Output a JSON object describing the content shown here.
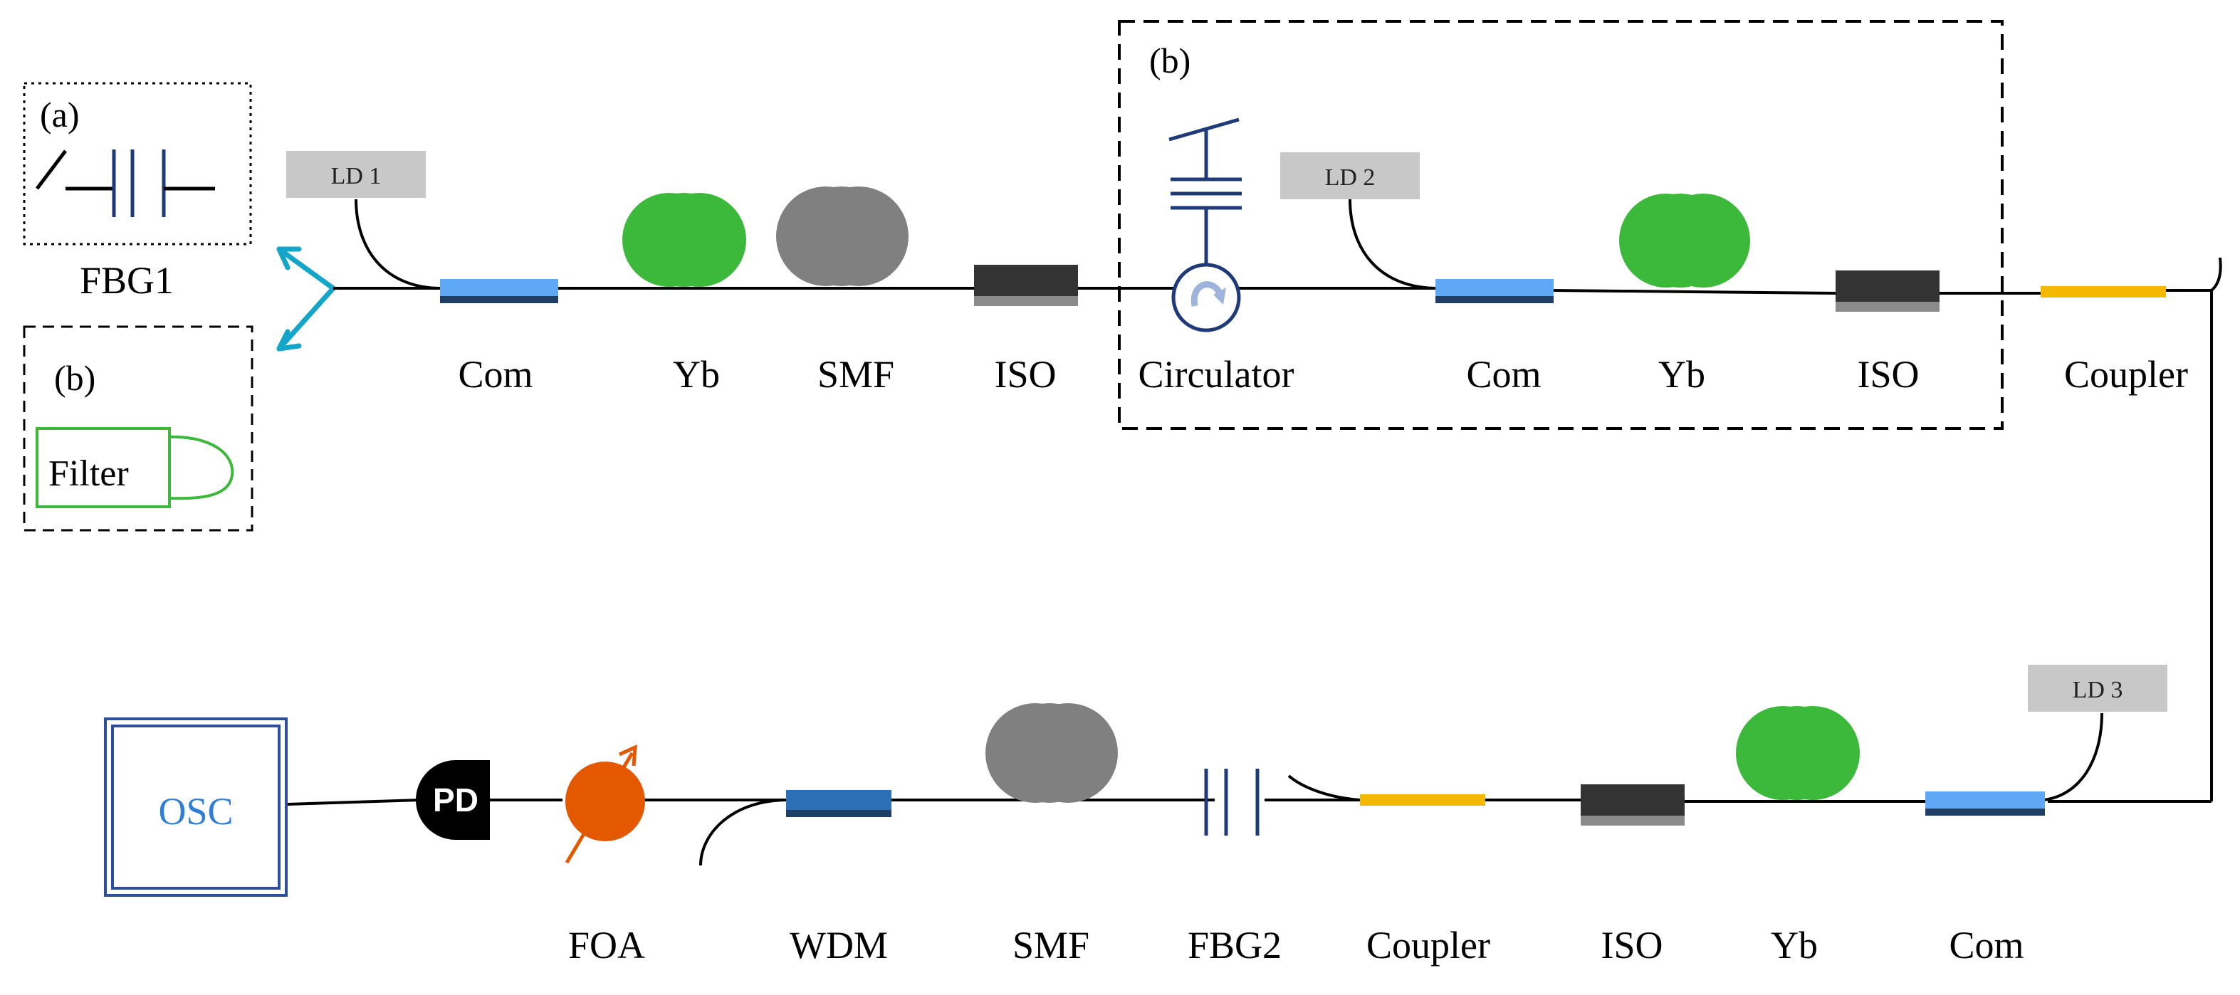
{
  "colors": {
    "fiber": "#000000",
    "combiner_top": "#5ea8f5",
    "combiner_bottom": "#1f3f66",
    "yb_coil": "#3cb83a",
    "smf_coil": "#808080",
    "isolator_top": "#333333",
    "isolator_bottom": "#8a8a8a",
    "coupler": "#f5b800",
    "ld_box": "#c8c8c8",
    "circulator": "#1f3a78",
    "circulator_arrow": "#9fb4dd",
    "fbg": "#1f3a78",
    "wdm_top": "#2c6fb5",
    "wdm_bottom": "#1f3f66",
    "foa": "#e35800",
    "osc_border": "#2f4f9a",
    "osc_text": "#2f7fd6",
    "switch_arrow": "#14a6c8",
    "filter_box": "#3cb83a"
  },
  "inset_a": {
    "tag": "(a)",
    "caption": "FBG1",
    "icon": "fbg-mirror-icon"
  },
  "inset_b_left": {
    "tag": "(b)",
    "filter_label": "Filter"
  },
  "inset_b_right": {
    "tag": "(b)"
  },
  "top_row": {
    "ld1": "LD 1",
    "ld2": "LD 2",
    "labels": {
      "com1": "Com",
      "yb1": "Yb",
      "smf1": "SMF",
      "iso1": "ISO",
      "circulator": "Circulator",
      "com2": "Com",
      "yb2": "Yb",
      "iso2": "ISO",
      "coupler": "Coupler"
    }
  },
  "bottom_row": {
    "ld3": "LD 3",
    "osc": "OSC",
    "pd": "PD",
    "labels": {
      "foa": "FOA",
      "wdm": "WDM",
      "smf": "SMF",
      "fbg2": "FBG2",
      "coupler": "Coupler",
      "iso": "ISO",
      "yb": "Yb",
      "com": "Com"
    }
  }
}
